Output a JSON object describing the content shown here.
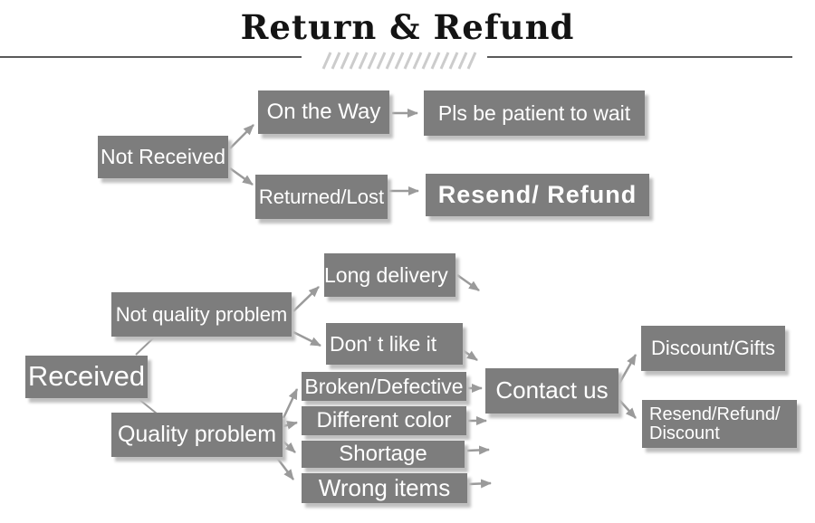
{
  "title": "Return & Refund",
  "colors": {
    "box": "#7d7d7d",
    "box_text": "#ffffff",
    "arrow": "#9a9a9a",
    "title_text": "#141414",
    "rule": "#5a5a5a",
    "hatch": "#cccccc",
    "background": "#ffffff",
    "shadow": "#bfbfbf"
  },
  "nodes": {
    "not_received": {
      "label": "Not Received"
    },
    "on_the_way": {
      "label": "On the Way"
    },
    "pls_wait": {
      "label": "Pls be patient to wait"
    },
    "returned_lost": {
      "label": "Returned/Lost"
    },
    "resend_refund": {
      "label": "Resend/ Refund"
    },
    "received": {
      "label": "Received"
    },
    "not_quality_problem": {
      "label": "Not quality problem"
    },
    "long_delivery": {
      "label": "Long delivery"
    },
    "dont_like_it": {
      "label": "Don' t like it"
    },
    "quality_problem": {
      "label": "Quality problem"
    },
    "broken_defective": {
      "label": "Broken/Defective"
    },
    "different_color": {
      "label": "Different color"
    },
    "shortage": {
      "label": "Shortage"
    },
    "wrong_items": {
      "label": "Wrong items"
    },
    "contact_us": {
      "label": "Contact us"
    },
    "discount_gifts": {
      "label": "Discount/Gifts"
    },
    "resend_refund_discount": {
      "line1": "Resend/Refund/",
      "line2": "Discount"
    }
  }
}
